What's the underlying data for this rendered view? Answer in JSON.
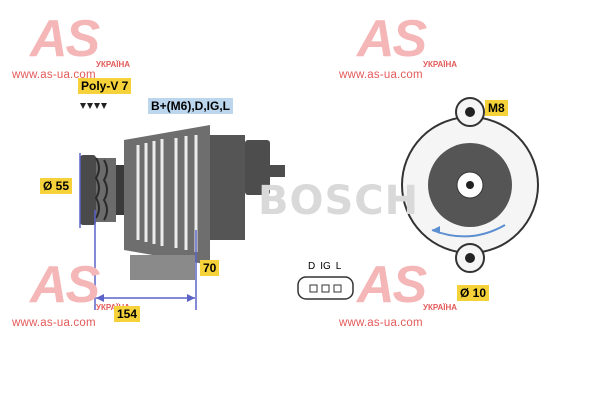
{
  "watermark": {
    "logo_text": "AS",
    "country": "УКРАЇНА",
    "url": "www.as-ua.com"
  },
  "labels": {
    "belt": "Poly-V 7",
    "terminals": "B+(M6),D,IG,L",
    "pulley_diameter": "Ø 55",
    "mount_thread": "M8",
    "length_a": "70",
    "length_b": "154",
    "bore": "Ø 10"
  },
  "brand": "BOSCH",
  "connector_pins": [
    "D",
    "IG",
    "L"
  ],
  "colors": {
    "label_yellow": "#f6d23a",
    "label_blue": "#bcd6ee",
    "watermark_red": "#e35a5a",
    "housing_dark": "#5a5a5a",
    "dimension_line": "#5b63c8"
  }
}
